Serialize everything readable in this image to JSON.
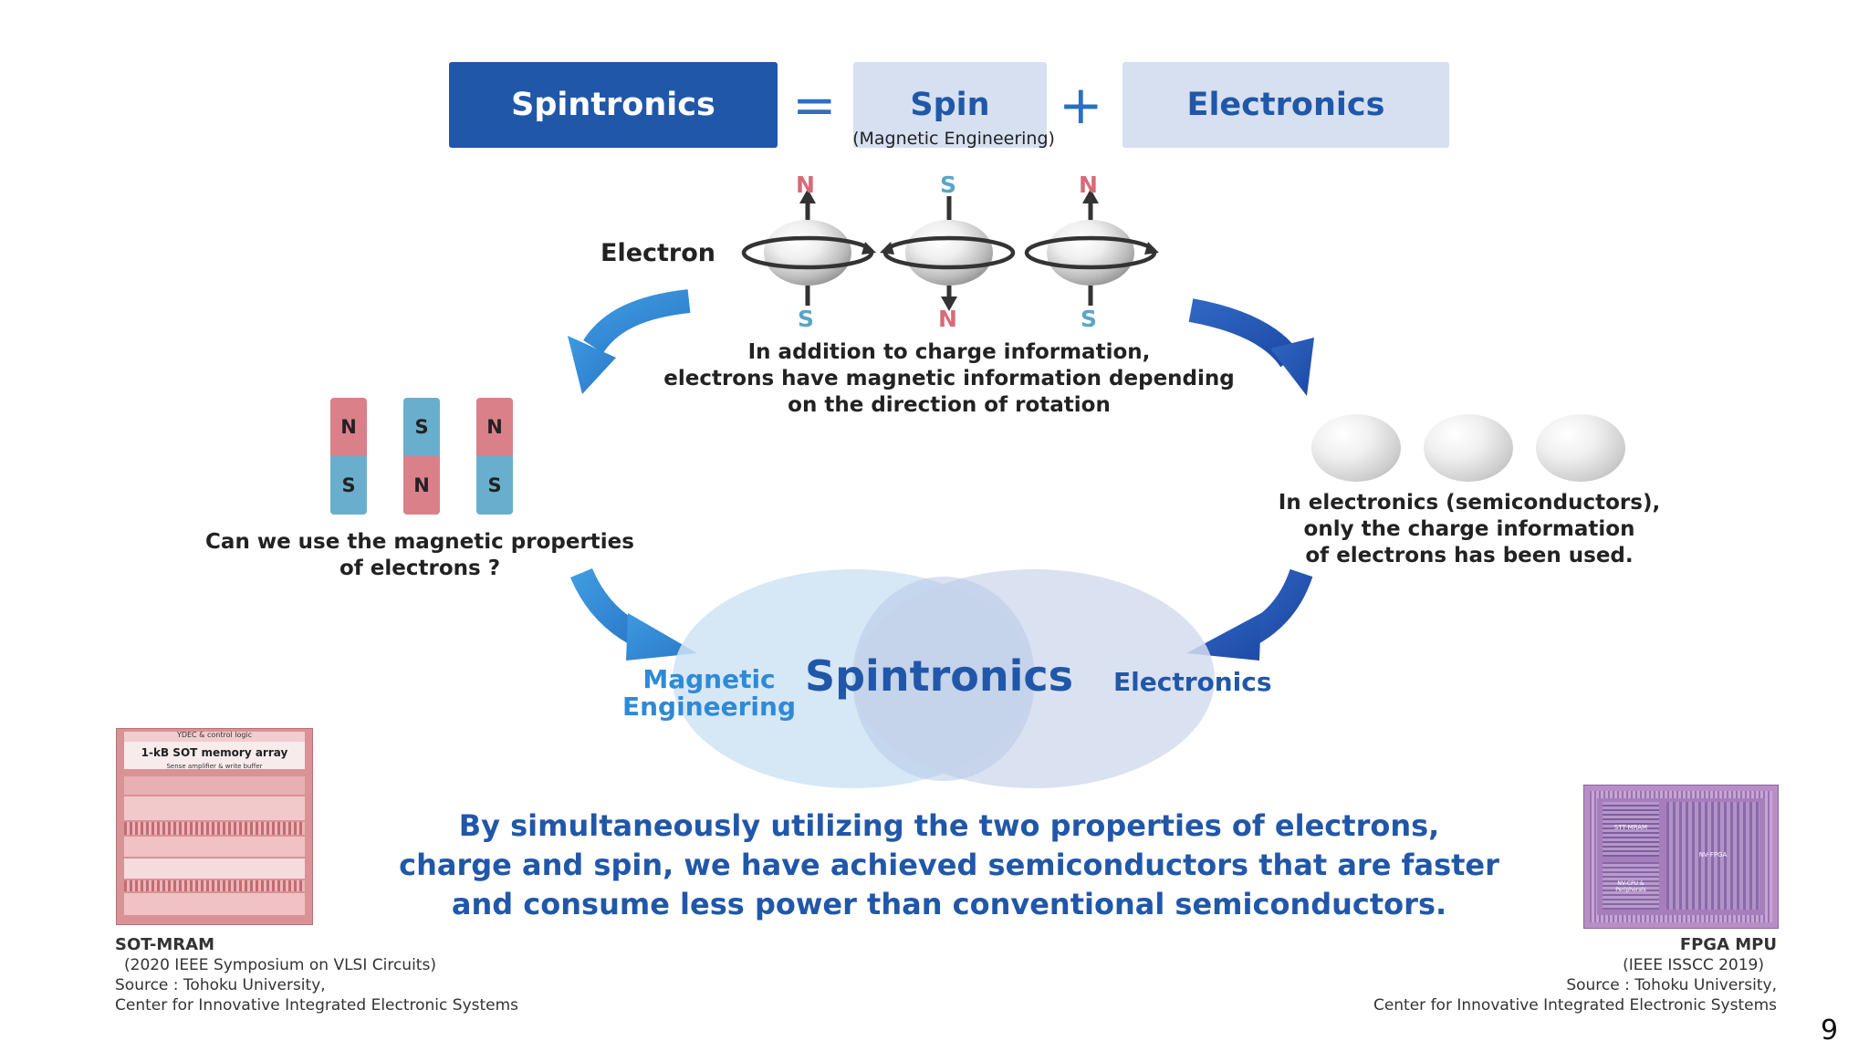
{
  "equation": {
    "spintronics": "Spintronics",
    "equals": "=",
    "spin": "Spin",
    "spin_sub": "(Magnetic Engineering)",
    "plus": "+",
    "electronics": "Electronics"
  },
  "electron": {
    "label": "Electron",
    "poles": [
      {
        "top": "N",
        "bottom": "S"
      },
      {
        "top": "S",
        "bottom": "N"
      },
      {
        "top": "N",
        "bottom": "S"
      }
    ],
    "description": [
      "In addition to charge information,",
      "electrons have magnetic information depending",
      "on the direction of rotation"
    ]
  },
  "magnets": {
    "items": [
      {
        "top": "N",
        "bottom": "S"
      },
      {
        "top": "S",
        "bottom": "N"
      },
      {
        "top": "N",
        "bottom": "S"
      }
    ],
    "question": [
      "Can we use the magnetic properties",
      "of electrons ?"
    ]
  },
  "charges": {
    "caption": [
      "In electronics (semiconductors),",
      "only the charge information",
      "of electrons has been used."
    ]
  },
  "venn": {
    "left": [
      "Magnetic",
      "Engineering"
    ],
    "center": "Spintronics",
    "right": "Electronics"
  },
  "conclusion": [
    "By simultaneously utilizing the two properties of electrons,",
    "charge and spin, we have achieved semiconductors that are faster",
    "and consume less power than conventional semiconductors."
  ],
  "left_chip": {
    "labels": {
      "top": "YDEC & control logic",
      "array": "1-kB SOT memory array",
      "sub": "Sense amplifier & write buffer"
    },
    "title": "SOT-MRAM",
    "lines": [
      "(2020 IEEE Symposium on VLSI Circuits)",
      "Source : Tohoku University,",
      "Center for Innovative Integrated Electronic Systems"
    ]
  },
  "right_chip": {
    "labels": {
      "a": "STT-MRAM",
      "b": "NV-FPGA",
      "c": "NV-CPU & Peripherals"
    },
    "title": "FPGA MPU",
    "lines": [
      "(IEEE ISSCC 2019)",
      "Source : Tohoku University,",
      "Center for Innovative Integrated Electronic Systems"
    ]
  },
  "page_number": "9",
  "colors": {
    "dark_blue": "#2157a8",
    "light_blue": "#d6e0f1",
    "north": "#d96a78",
    "south": "#5aa6c8",
    "arrow": "#2a7fd0"
  }
}
